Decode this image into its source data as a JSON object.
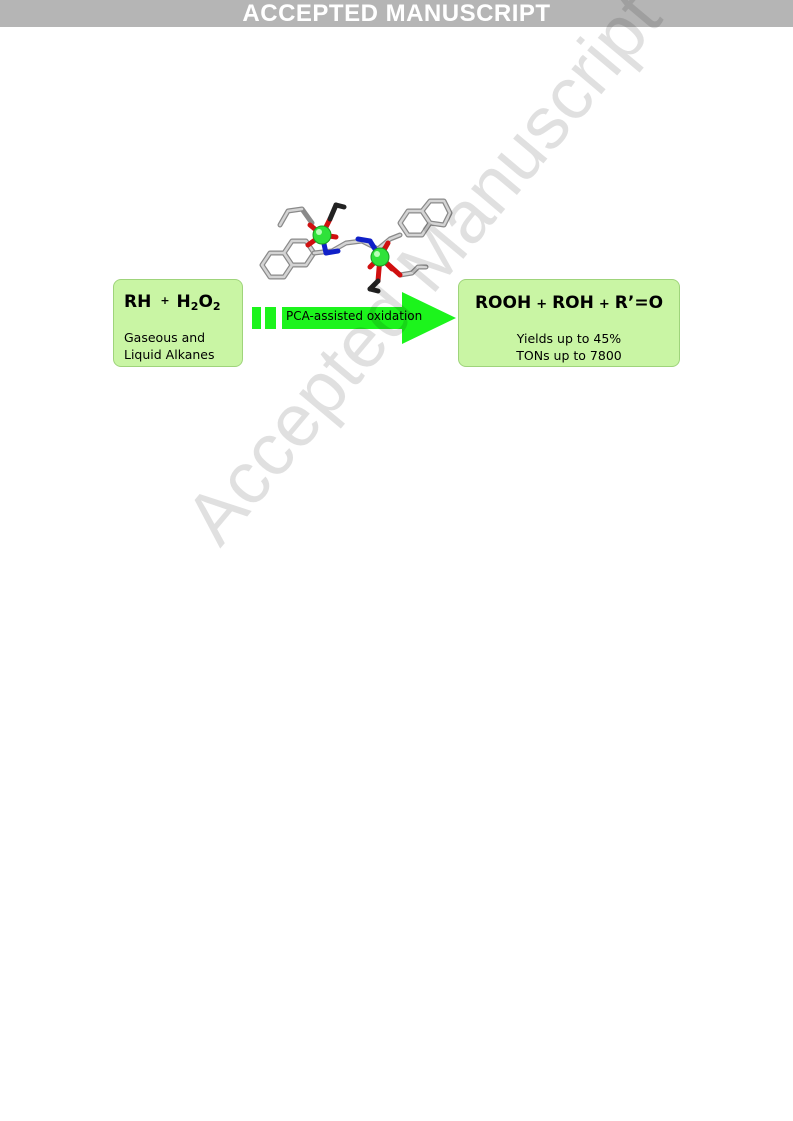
{
  "banner": {
    "text": "ACCEPTED MANUSCRIPT"
  },
  "watermark": {
    "text": "Accepted Manuscript"
  },
  "scheme": {
    "reactants": {
      "rh": "RH",
      "plus": "+",
      "h2o2_h": "H",
      "h2o2_sub1": "2",
      "h2o2_o": "O",
      "h2o2_sub2": "2"
    },
    "substrate_line1": "Gaseous and",
    "substrate_line2": "Liquid Alkanes",
    "arrow_label": "PCA-assisted oxidation",
    "products": {
      "p1": "ROOH",
      "plus": "+",
      "p2": "ROH",
      "p3": "R’=O"
    },
    "yields": "Yields up to 45%",
    "tons": "TONs up to 7800",
    "colors": {
      "box_fill": "#c9f5a4",
      "arrow_green": "#1cf41c",
      "metal_green": "#2fe23a",
      "oxygen_red": "#d01010",
      "nitrogen_blue": "#1020c8",
      "carbon_grey": "#b0b0b0"
    }
  }
}
